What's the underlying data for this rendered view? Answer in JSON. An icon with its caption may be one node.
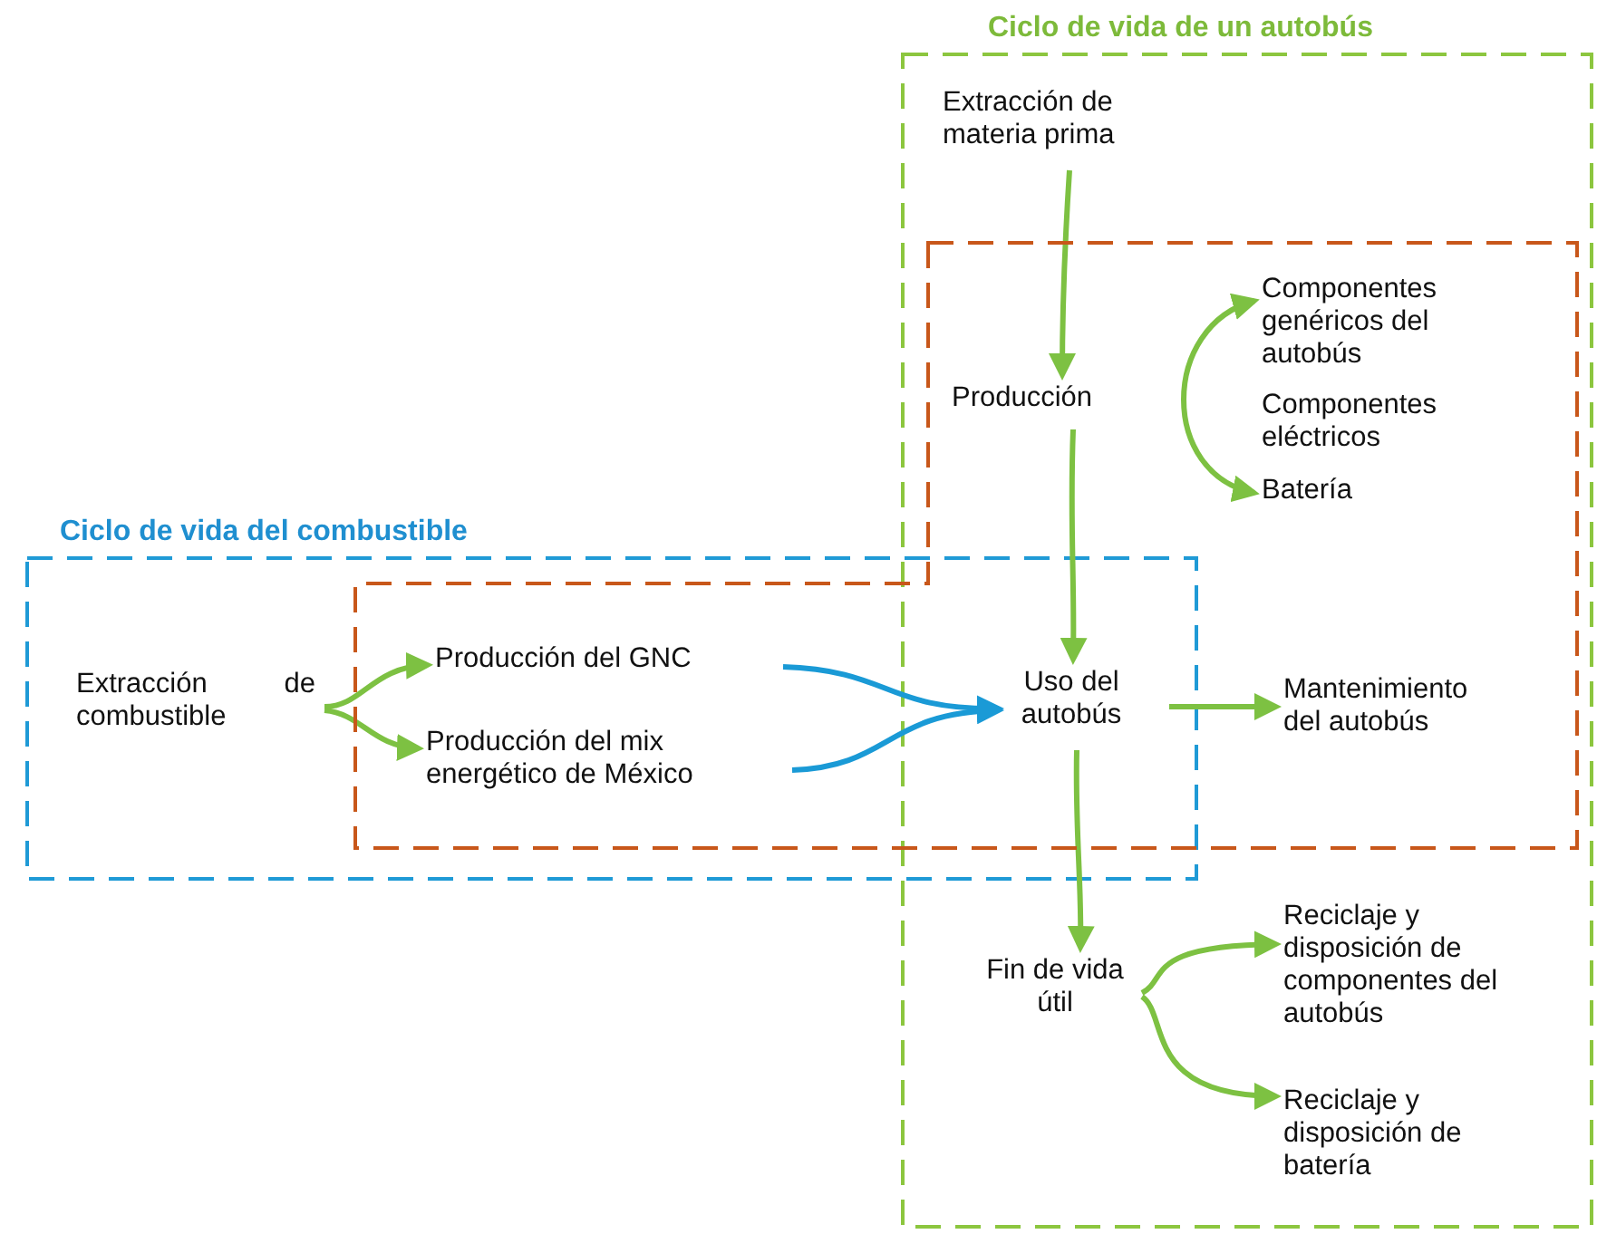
{
  "diagram": {
    "nodes": [
      {
        "text": [
          "Ciclo de vida de un autobús"
        ]
      },
      {
        "text": [
          "Ciclo de vida del combustible"
        ]
      },
      {
        "text": [
          "Extracción de materia prima"
        ],
        "in": 0
      },
      {
        "text": [
          "Producción"
        ],
        "in": 0
      },
      {
        "text": [
          "Componentes genéricos del autobús"
        ],
        "in": 0
      },
      {
        "text": [
          "Componentes eléctricos"
        ],
        "in": 0
      },
      {
        "text": [
          "Batería"
        ],
        "in": 0
      },
      {
        "text": [
          "Extracción de combustible"
        ],
        "in": 1
      },
      {
        "text": [
          "Producción del GNC"
        ],
        "in": 1
      },
      {
        "text": [
          "Producción del mix energético de México"
        ],
        "in": 1
      },
      {
        "text": [
          "Uso del autobús"
        ]
      },
      {
        "text": [
          "Mantenimiento del autobús"
        ],
        "in": 0
      },
      {
        "text": [
          "Fin de vida útil"
        ],
        "in": 0
      },
      {
        "text": [
          "Reciclaje y disposición de componentes del autobús"
        ],
        "in": 0
      },
      {
        "text": [
          "Reciclaje y disposición de batería"
        ],
        "in": 0
      }
    ],
    "edges": [
      {
        "from": 2,
        "to": 3,
        "arrow": "to"
      },
      {
        "from": 3,
        "to": 10,
        "arrow": "to"
      },
      {
        "from": 10,
        "to": 12,
        "arrow": "to"
      },
      {
        "from": 7,
        "to": 8,
        "arrow": "to"
      },
      {
        "from": 7,
        "to": 9,
        "arrow": "to"
      },
      {
        "from": 8,
        "to": 10,
        "arrow": "to",
        "color": "#1a9ad6"
      },
      {
        "from": 9,
        "to": 10,
        "arrow": "to",
        "color": "#1a9ad6"
      },
      {
        "from": 10,
        "to": 11,
        "arrow": "to"
      },
      {
        "from": 4,
        "to": 6,
        "arrow": "both"
      },
      {
        "from": 12,
        "to": 13,
        "arrow": "to"
      },
      {
        "from": 12,
        "to": 14,
        "arrow": "to"
      }
    ]
  }
}
